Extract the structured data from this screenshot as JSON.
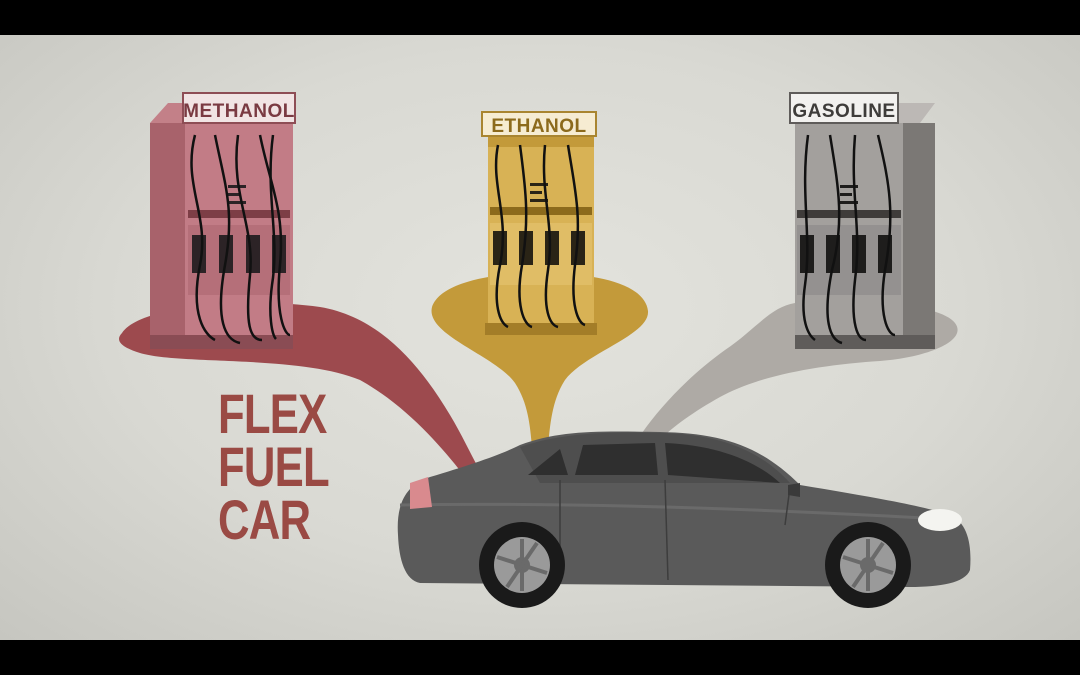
{
  "scene": {
    "headline": {
      "line1": "FLEX",
      "line2": "FUEL",
      "line3": "CAR"
    },
    "pumps": [
      {
        "label": "METHANOL",
        "color": "#b9707a"
      },
      {
        "label": "ETHANOL",
        "color": "#d8b255"
      },
      {
        "label": "GASOLINE",
        "color": "#9a9693"
      }
    ],
    "colors": {
      "methanol_stream": "#9d4a4e",
      "ethanol_stream": "#c39a3a",
      "gasoline_stream": "#aeaaa5",
      "headline": "#9a4a44",
      "car_body": "#5a5a5a"
    },
    "icons": [
      "fuel-pump-icon",
      "car-icon"
    ]
  }
}
